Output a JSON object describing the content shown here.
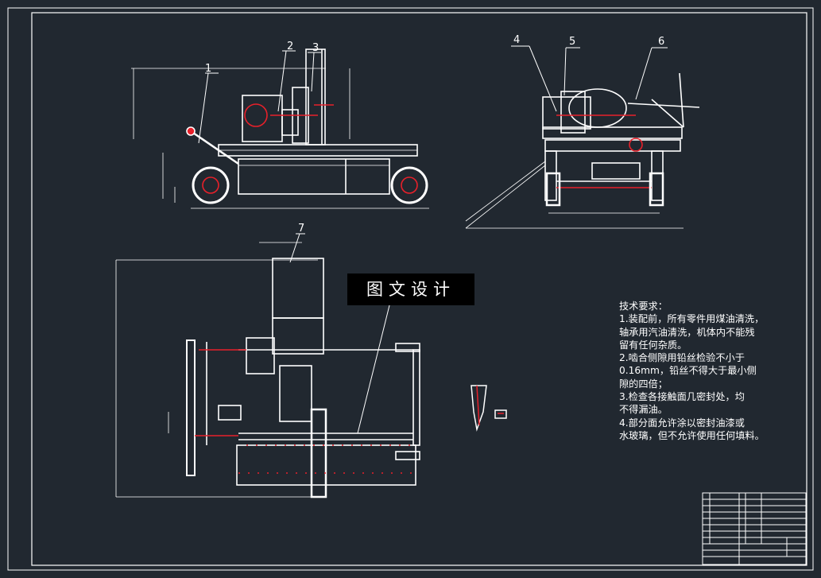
{
  "drawing": {
    "background": "#212830",
    "line_color": "#ffffff",
    "accent_color": "#e8202a",
    "part_labels": [
      "1",
      "2",
      "3",
      "4",
      "5",
      "6",
      "7"
    ]
  },
  "watermark": {
    "text": "图文设计"
  },
  "tech_requirements": {
    "title": "技术要求：",
    "lines": [
      "1.装配前，所有零件用煤油清洗，",
      "轴承用汽油清洗，机体内不能残",
      "留有任何杂质。",
      "2.啮合侧隙用铅丝检验不小于",
      "0.16mm，铅丝不得大于最小侧",
      "隙的四倍；",
      "3.检查各接触面几密封处，均",
      "不得漏油。",
      "4.部分面允许涂以密封油漆或",
      "水玻璃，但不允许使用任何填料。"
    ]
  }
}
